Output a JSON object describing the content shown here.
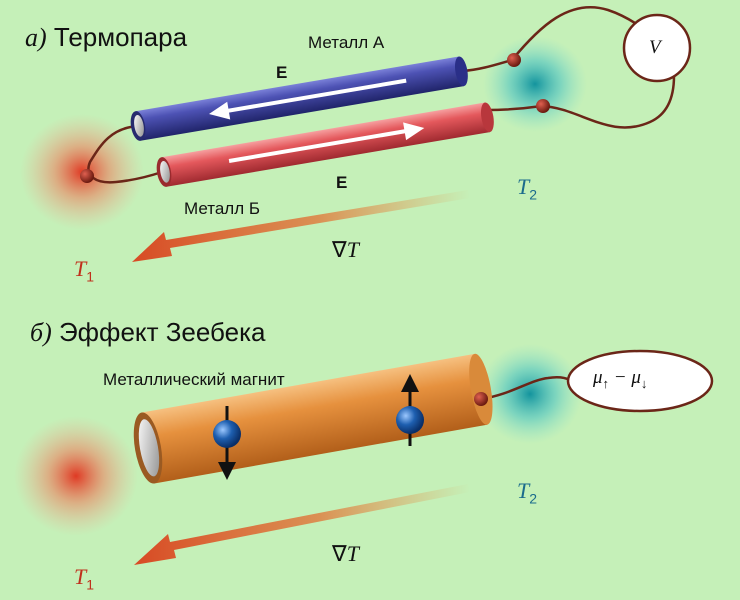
{
  "panel_a": {
    "letter": "а)",
    "title": "Термопара",
    "metal_a": "Металл A",
    "metal_b": "Металл Б",
    "field_top": "E",
    "field_bottom": "E",
    "voltmeter": "V",
    "t_hot_symbol": "T",
    "t_hot_sub": "1",
    "t_cold_symbol": "T",
    "t_cold_sub": "2",
    "grad_nabla": "∇",
    "grad_symbol": "T"
  },
  "panel_b": {
    "letter": "б)",
    "title": "Эффект Зеебека",
    "magnet_label": "Металлический магнит",
    "mu_symbol_1": "μ",
    "mu_sub_1": "↑",
    "mu_minus": " − ",
    "mu_symbol_2": "μ",
    "mu_sub_2": "↓",
    "t_hot_symbol": "T",
    "t_hot_sub": "1",
    "t_cold_symbol": "T",
    "t_cold_sub": "2",
    "grad_nabla": "∇",
    "grad_symbol": "T"
  },
  "colors": {
    "background": "#c5f0b8",
    "metal_a": "#3a3f9a",
    "metal_b": "#e0555a",
    "magnet": "#e6913e",
    "hot": "#e0301c",
    "cold": "#1aa6b0",
    "wire": "#6b2618",
    "electron": "#1e5fb0"
  }
}
